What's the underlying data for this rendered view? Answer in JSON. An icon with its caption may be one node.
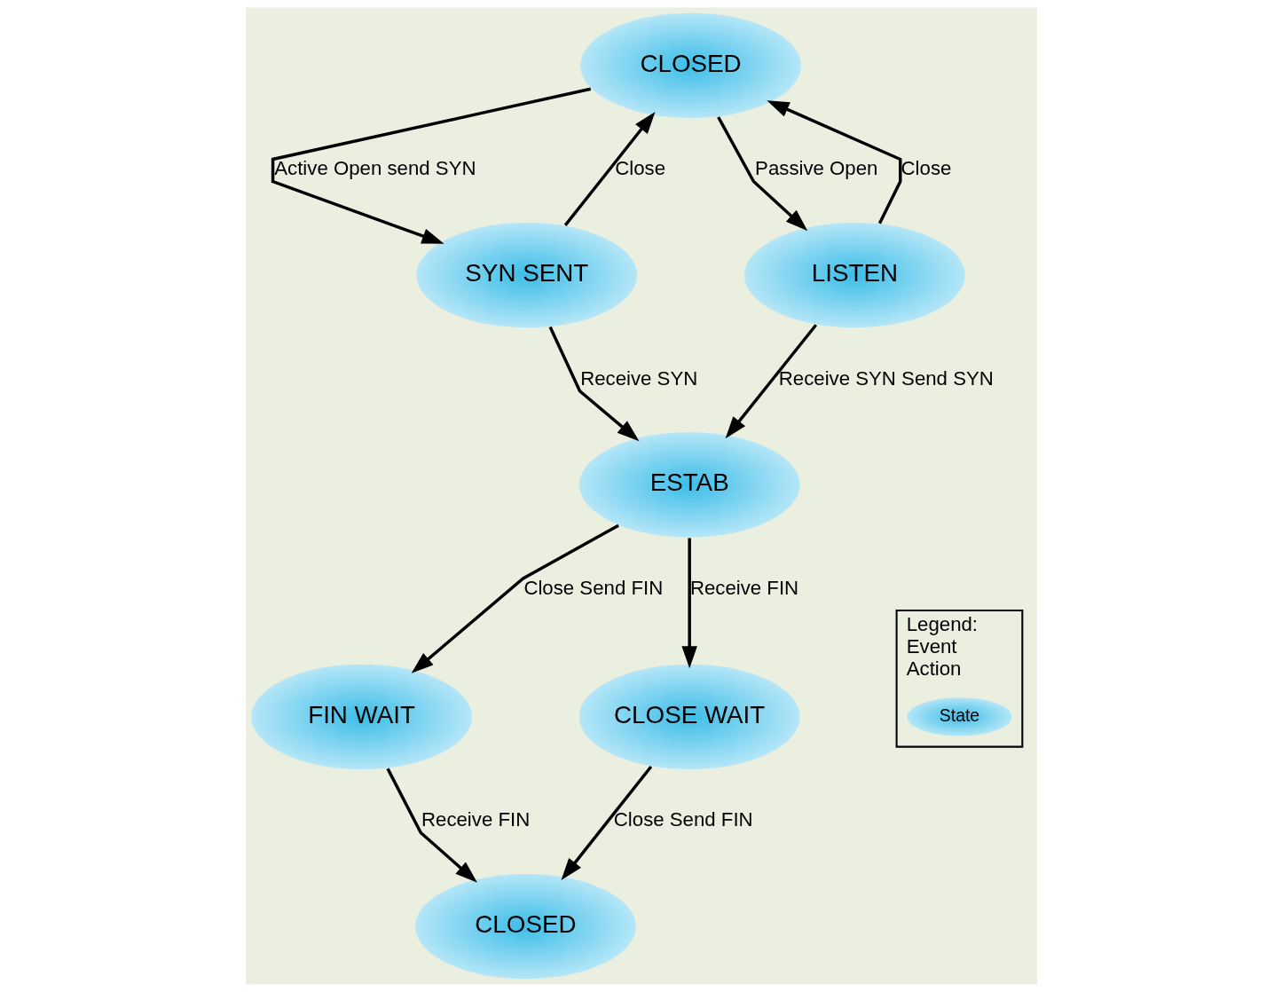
{
  "diagram": {
    "nodes": [
      {
        "text": [
          "CLOSED"
        ]
      },
      {
        "text": [
          "SYN SENT"
        ]
      },
      {
        "text": [
          "LISTEN"
        ]
      },
      {
        "text": [
          "ESTAB"
        ]
      },
      {
        "text": [
          "FIN WAIT"
        ]
      },
      {
        "text": [
          "CLOSE WAIT"
        ]
      },
      {
        "text": [
          "CLOSED"
        ]
      },
      {
        "text": [
          "Legend:",
          "Event",
          "Action"
        ]
      },
      {
        "text": [
          "State"
        ],
        "in": 7
      }
    ],
    "edges": [
      {
        "from": 0,
        "to": 1,
        "arrow": "to",
        "label": "Active Open send SYN"
      },
      {
        "from": 0,
        "to": 2,
        "arrow": "to",
        "label": "Passive Open"
      },
      {
        "from": 1,
        "to": 0,
        "arrow": "to",
        "label": "Close"
      },
      {
        "from": 2,
        "to": 0,
        "arrow": "to",
        "label": "Close"
      },
      {
        "from": 1,
        "to": 3,
        "arrow": "to",
        "label": "Receive SYN"
      },
      {
        "from": 2,
        "to": 3,
        "arrow": "to",
        "label": "Receive SYN Send SYN"
      },
      {
        "from": 3,
        "to": 4,
        "arrow": "to",
        "label": "Close Send FIN"
      },
      {
        "from": 3,
        "to": 5,
        "arrow": "to",
        "label": "Receive FIN"
      },
      {
        "from": 4,
        "to": 6,
        "arrow": "to",
        "label": "Receive FIN"
      },
      {
        "from": 5,
        "to": 6,
        "arrow": "to",
        "label": "Close Send FIN"
      }
    ]
  }
}
